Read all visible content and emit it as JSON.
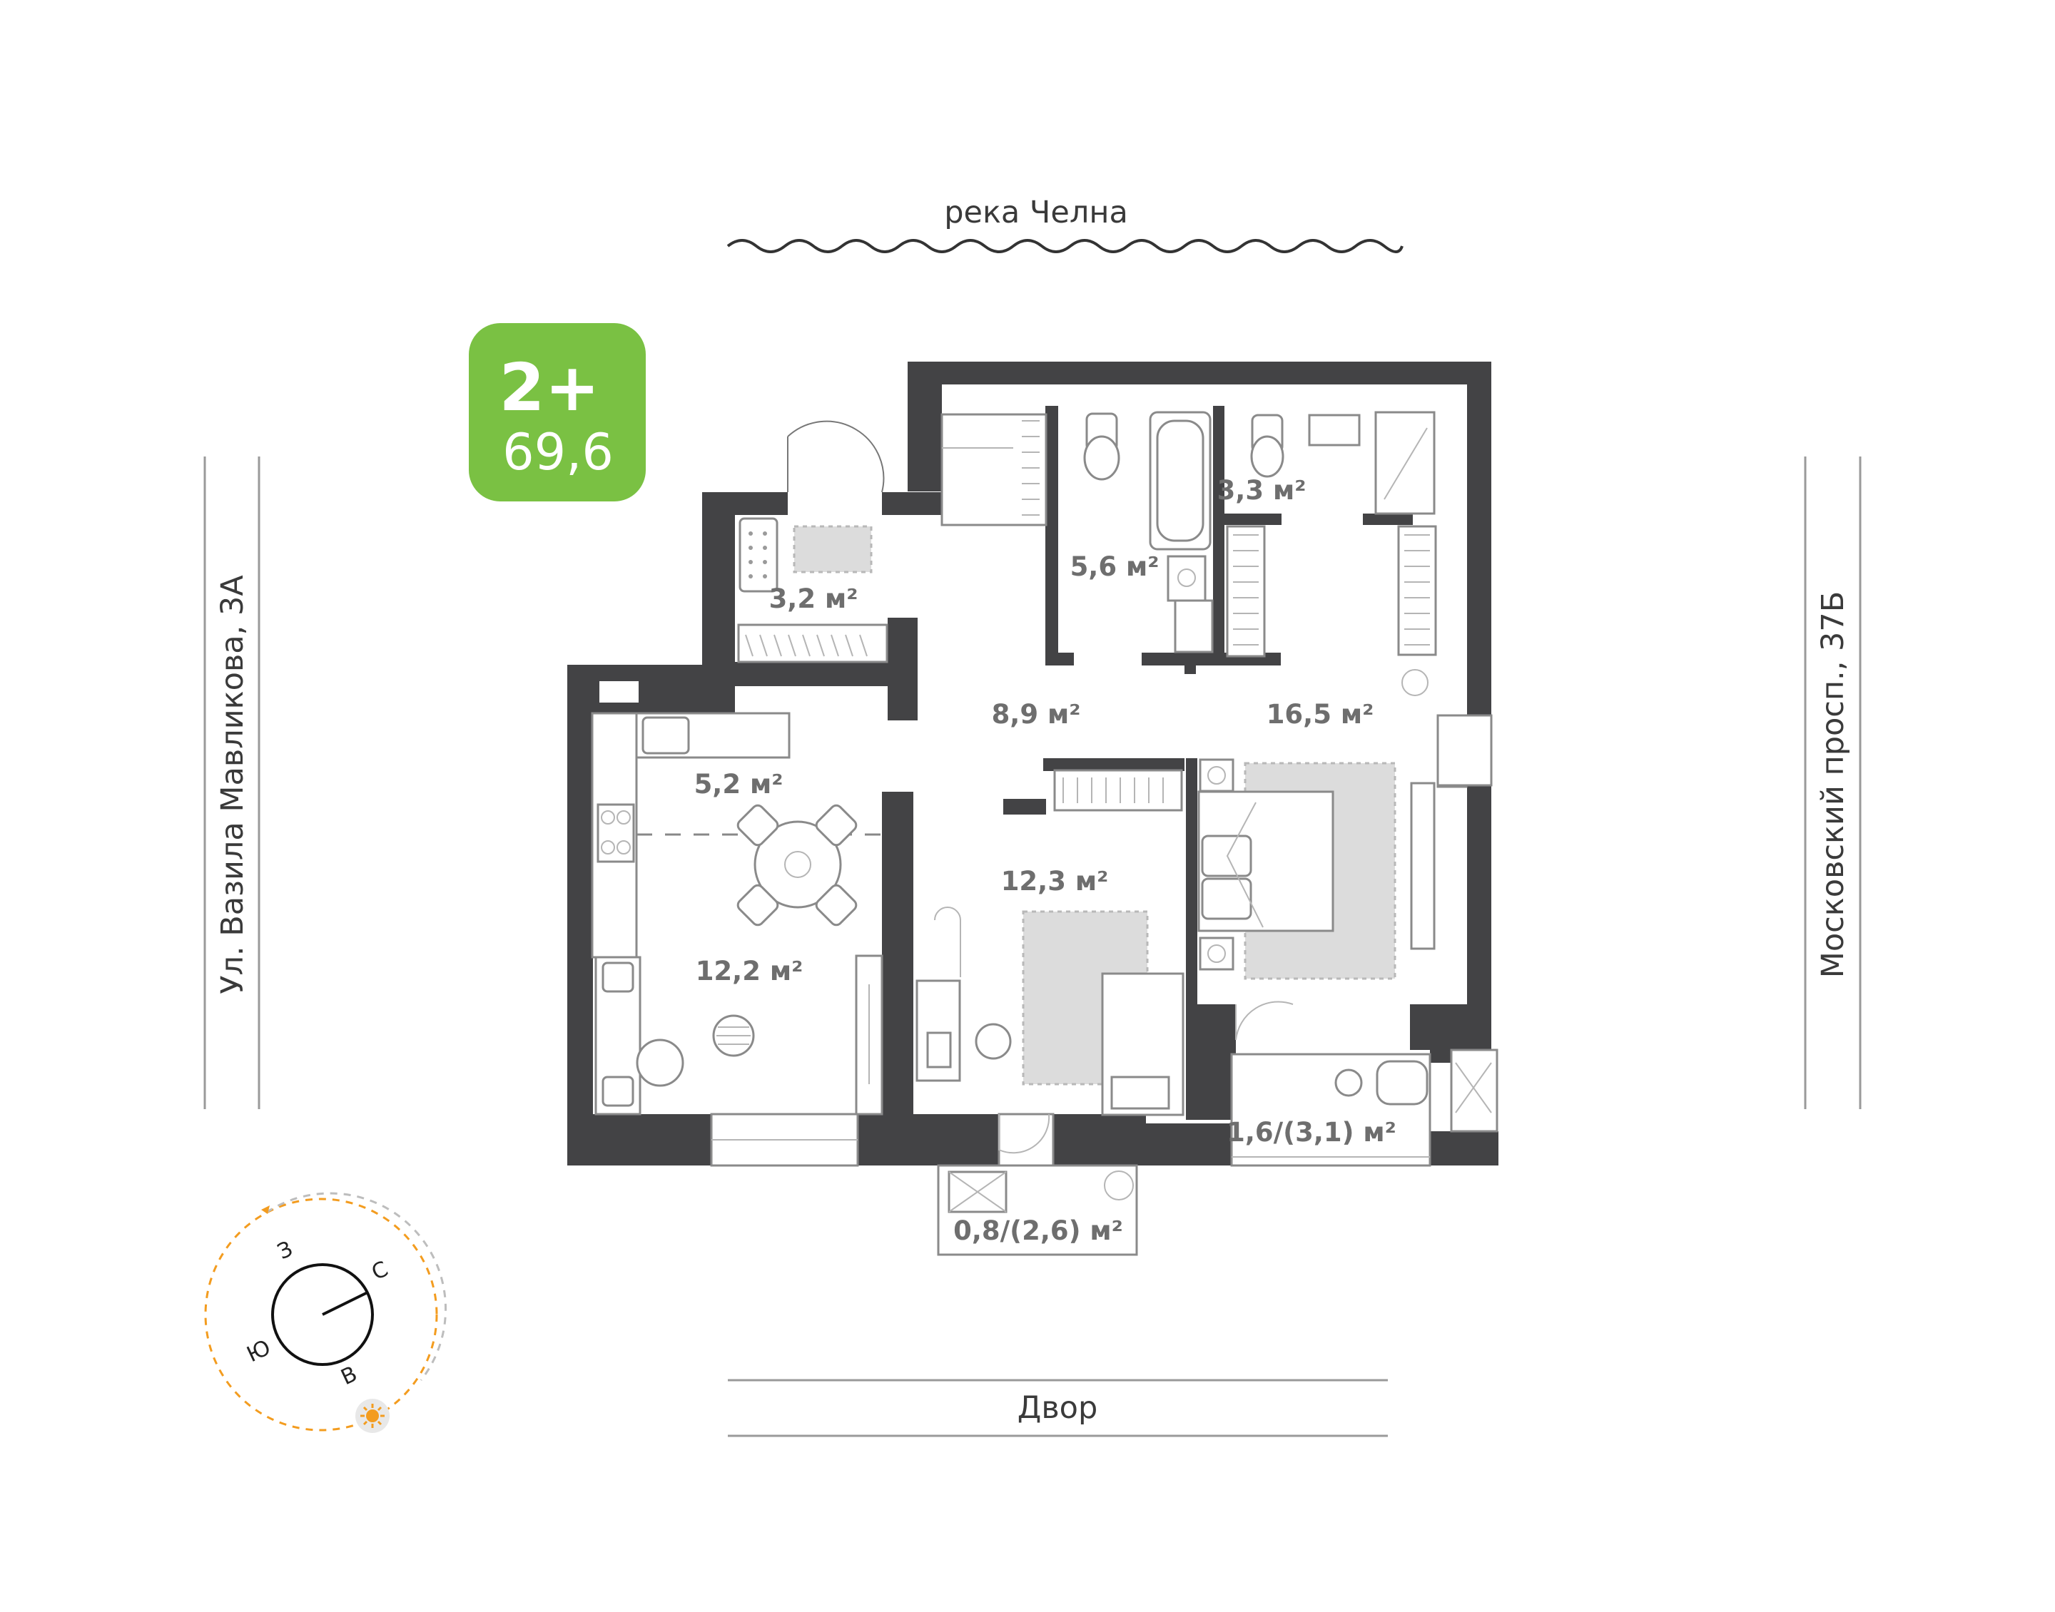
{
  "badge": {
    "rooms": "2+",
    "area": "69,6",
    "color": "#7ac143"
  },
  "orientation": {
    "top": "река Челна",
    "bottom": "Двор",
    "left": "Ул. Вазила Мавликова, 3А",
    "right": "Московский просп., 37Б"
  },
  "rooms": [
    {
      "id": "wardrobe",
      "label": "3,2 м²"
    },
    {
      "id": "bathroom",
      "label": "5,6 м²"
    },
    {
      "id": "toilet",
      "label": "3,3 м²"
    },
    {
      "id": "hallway",
      "label": "8,9 м²"
    },
    {
      "id": "bedroom",
      "label": "16,5 м²"
    },
    {
      "id": "kitchen",
      "label": "5,2 м²"
    },
    {
      "id": "living",
      "label": "12,2 м²"
    },
    {
      "id": "child",
      "label": "12,3 м²"
    },
    {
      "id": "balcony-left",
      "label": "0,8/(2,6) м²"
    },
    {
      "id": "balcony-right",
      "label": "1,6/(3,1) м²"
    }
  ],
  "compass": {
    "west": "З",
    "north": "С",
    "south": "Ю",
    "east": "В",
    "sun_icon": "sun-icon",
    "sun_color": "#f39c1f"
  },
  "colors": {
    "wall": "#434345",
    "rug": "#dcdcdc"
  }
}
